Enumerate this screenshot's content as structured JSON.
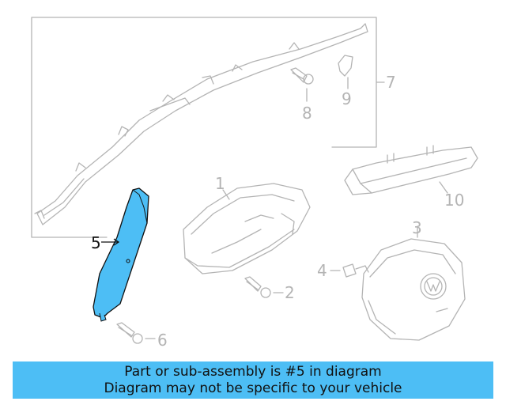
{
  "callouts": [
    {
      "id": "1",
      "text": "1"
    },
    {
      "id": "2",
      "text": "2"
    },
    {
      "id": "3",
      "text": "3"
    },
    {
      "id": "4",
      "text": "4"
    },
    {
      "id": "5",
      "text": "5"
    },
    {
      "id": "6",
      "text": "6"
    },
    {
      "id": "7",
      "text": "7"
    },
    {
      "id": "8",
      "text": "8"
    },
    {
      "id": "9",
      "text": "9"
    },
    {
      "id": "10",
      "text": "10"
    }
  ],
  "highlighted_part": "5",
  "colors": {
    "highlight": "#4dbef5",
    "line_gray": "#b4b4b4",
    "outline_dark": "#111111",
    "banner": "#4dbef5"
  },
  "banner": {
    "line1": "Part or sub-assembly is #5 in diagram",
    "line2": "Diagram may not be specific to your vehicle"
  }
}
